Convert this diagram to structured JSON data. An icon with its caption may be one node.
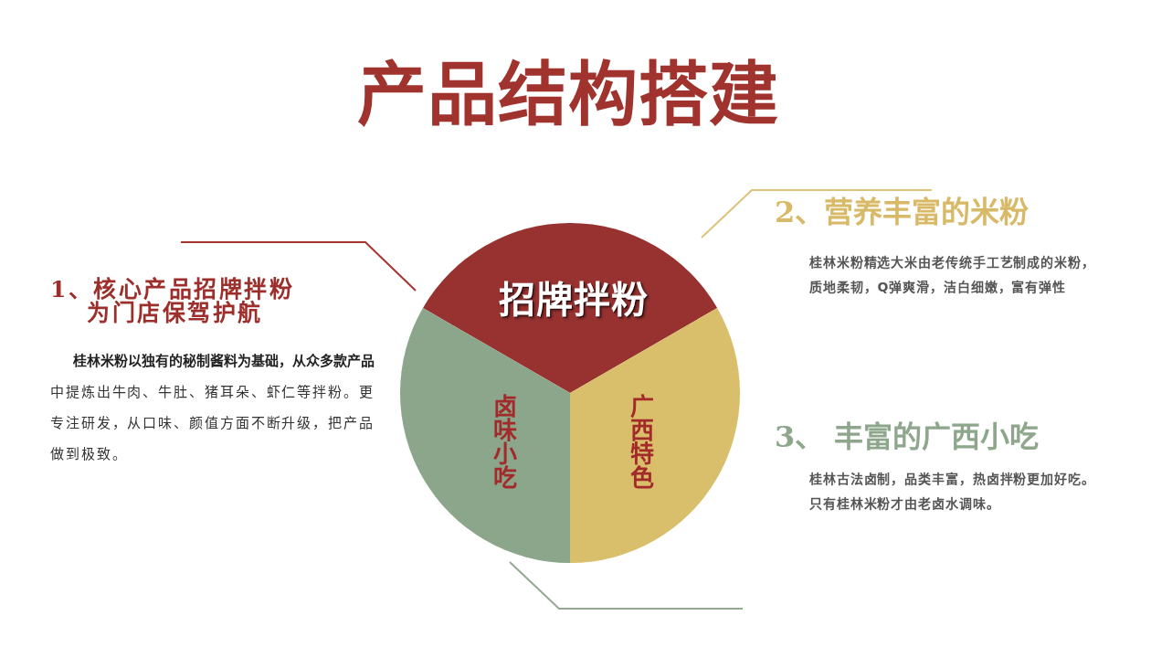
{
  "diagram": {
    "title": "产品结构搭建",
    "nodes": [
      {
        "text": [
          "招牌拌粉"
        ]
      },
      {
        "text": [
          "卤味小吃"
        ]
      },
      {
        "text": [
          "广西特色"
        ]
      }
    ],
    "labels": [
      "1、核心产品招牌拌粉为门店保驾护航",
      "桂林米粉以独有的秘制酱料为基础，从众多款产品中提炼出牛肉、牛肚、猪耳朵、虾仁等拌粉。更专注研发，从口味、颜值方面不断升级，把产品做到极致。",
      "2、营养丰富的米粉",
      "桂林米粉精选大米由老传统手工艺制成的米粉，质地柔韧，Q弹爽滑，洁白细嫩，富有弹性",
      "3、 丰富的广西小吃",
      "桂林古法卤制，品类丰富，热卤拌粉更加好吃。只有桂林米粉才由老卤水调味。"
    ]
  }
}
